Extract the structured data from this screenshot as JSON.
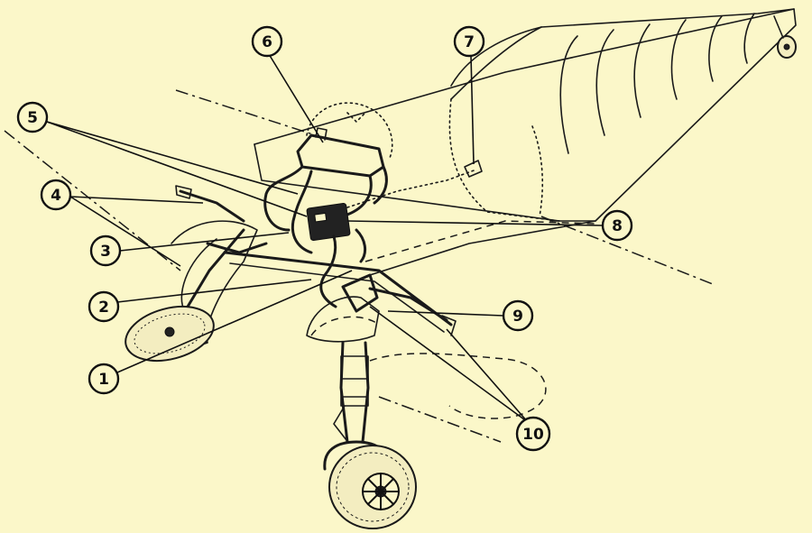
{
  "callouts": [
    {
      "id": "1",
      "text": "1"
    },
    {
      "id": "2",
      "text": "2"
    },
    {
      "id": "3",
      "text": "3"
    },
    {
      "id": "4",
      "text": "4"
    },
    {
      "id": "5",
      "text": "5"
    },
    {
      "id": "6",
      "text": "6"
    },
    {
      "id": "7",
      "text": "7"
    },
    {
      "id": "8",
      "text": "8"
    },
    {
      "id": "9",
      "text": "9"
    },
    {
      "id": "10",
      "text": "10"
    }
  ],
  "colors": {
    "background": "#fbf7c9",
    "ink": "#1a1a1a"
  }
}
